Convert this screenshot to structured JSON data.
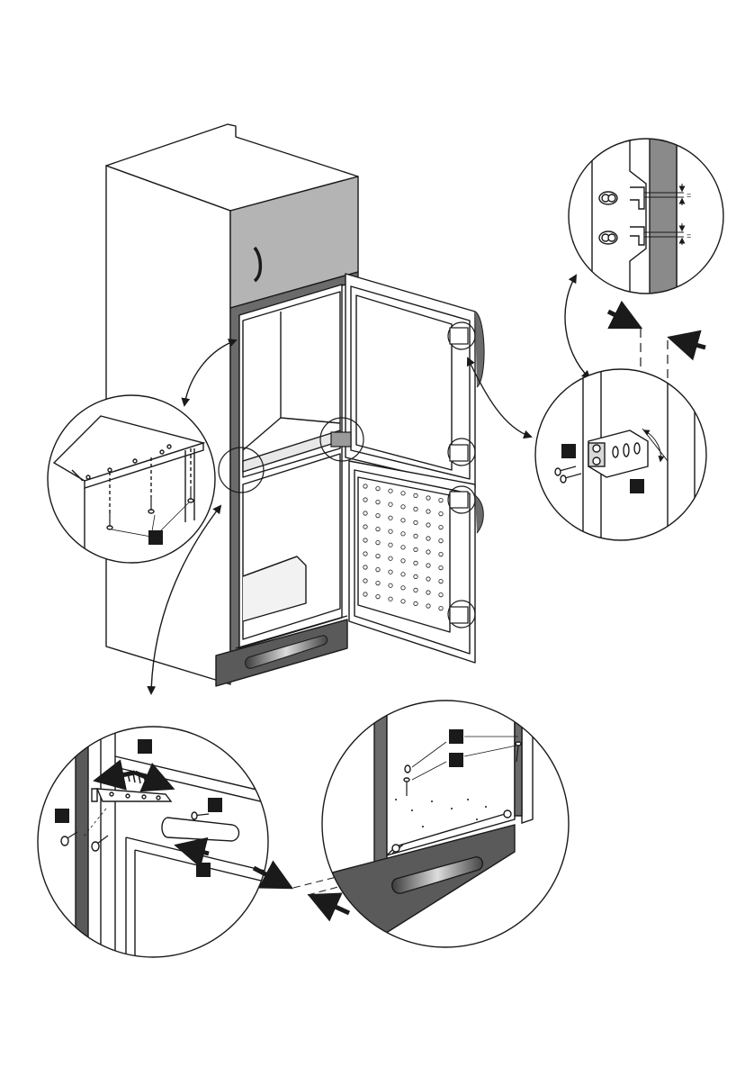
{
  "figure": {
    "title": "",
    "callout_markers": [
      "",
      "",
      "",
      "",
      "",
      "",
      "",
      "",
      ""
    ],
    "gap_marks": [
      "=",
      "="
    ],
    "colors": {
      "line": "#1a1a1a",
      "panel_grey": "#b4b4b4",
      "dark_grey": "#6b6b6b",
      "plinth": "#5a5a5a",
      "marker": "#1a1a1a",
      "background": "#ffffff"
    },
    "icons": [
      "fridge-cabinet",
      "door-hinge",
      "screw",
      "sliding-rail",
      "adjust-arrow",
      "bracket"
    ]
  }
}
